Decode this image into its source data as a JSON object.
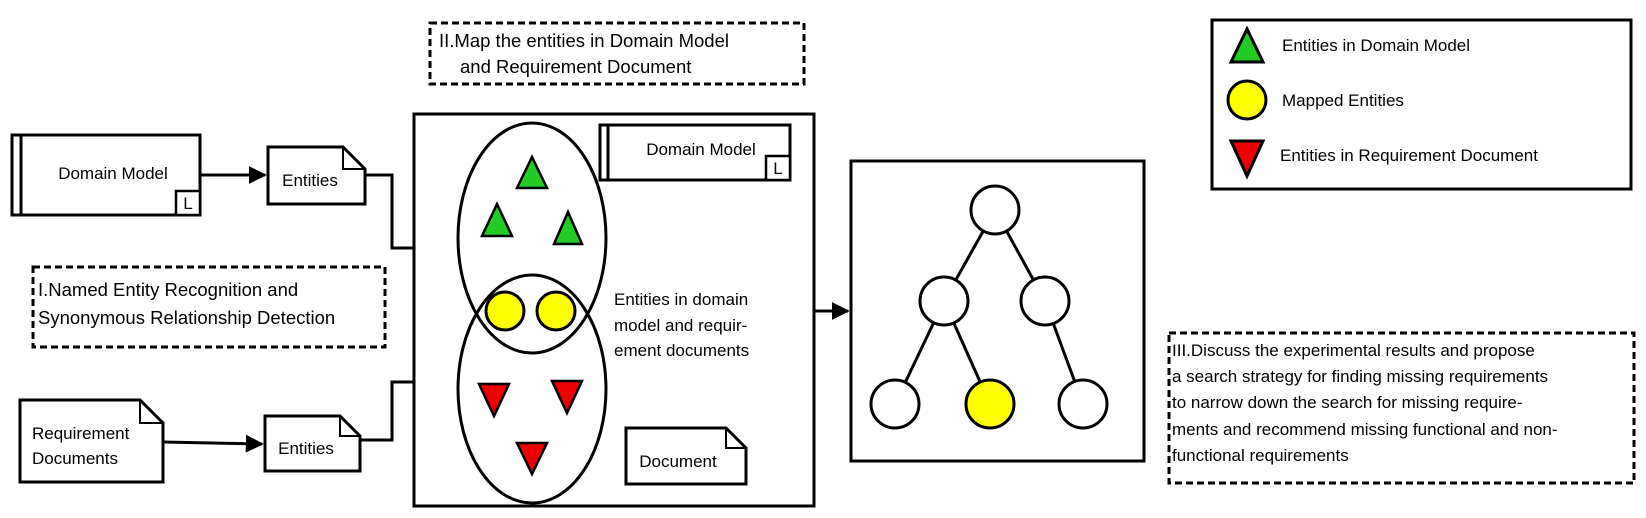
{
  "legend": {
    "items": [
      {
        "label": "Entities in Domain Model",
        "color": "#22cc22",
        "icon": "triangle-up-icon"
      },
      {
        "label": "Mapped Entities",
        "color": "#ffff00",
        "icon": "circle-icon"
      },
      {
        "label": "Entities in Requirement Document",
        "color": "#ee0000",
        "icon": "triangle-down-icon"
      }
    ]
  },
  "inputs": {
    "domain_model": {
      "label": "Domain Model",
      "tag": "L"
    },
    "domain_entities": {
      "label": "Entities"
    },
    "requirement_documents": {
      "line1": "Requirement",
      "line2": "Documents"
    },
    "requirement_entities": {
      "label": "Entities"
    }
  },
  "steps": {
    "step1": {
      "line1": "I.Named Entity Recognition and",
      "line2": "Synonymous Relationship Detection"
    },
    "step2": {
      "line1": "II.Map the entities in Domain Model",
      "line2": "and Requirement Document"
    },
    "step3": {
      "lines": [
        "III.Discuss the experimental results and propose",
        "a search strategy for finding missing requirements",
        "to narrow down the search for missing require-",
        "ments and recommend missing functional and non-",
        "functional requirements"
      ]
    }
  },
  "mapping": {
    "domain_model": {
      "label": "Domain Model",
      "tag": "L"
    },
    "document": {
      "label": "Document"
    },
    "description": {
      "lines": [
        "Entities in domain",
        "model and requir-",
        "ement documents"
      ]
    }
  },
  "colors": {
    "domain_entity": "#22cc22",
    "mapped_entity": "#ffff00",
    "requirement_entity": "#ee0000",
    "stroke": "#000000"
  }
}
